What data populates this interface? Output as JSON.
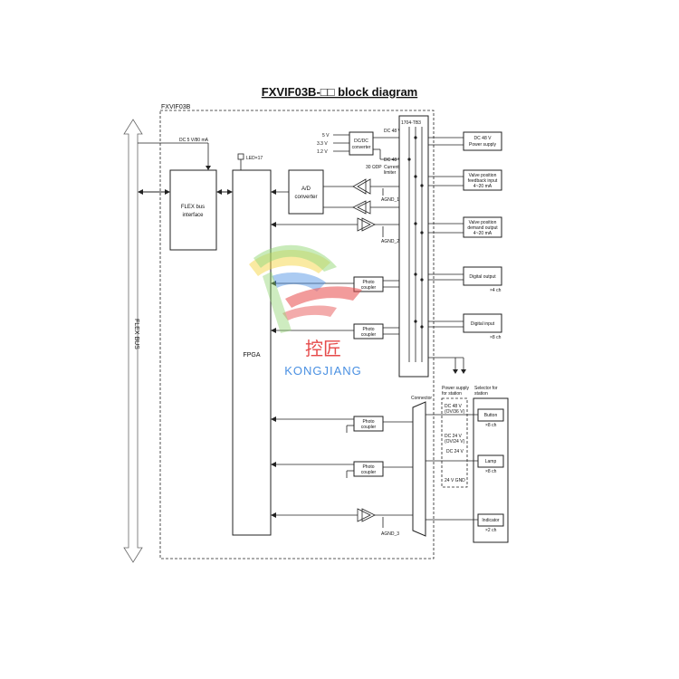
{
  "title": "FXVIF03B-□□ block diagram",
  "module_label": "FXVIF03B",
  "flex_bus_label": "FLEX BUS",
  "dc_supply_label": "DC 5 V/80 mA",
  "flex_bus_interface": [
    "FLEX bus",
    "interface"
  ],
  "led_label": "LED×17",
  "fpga_label": "FPGA",
  "ad_converter": [
    "A/D",
    "converter"
  ],
  "dcdc_converter": [
    "DC/DC",
    "converter"
  ],
  "voltages": [
    "5 V",
    "3.3 V",
    "1.2 V"
  ],
  "dc48_p": "DC 48 V_P",
  "dc48_n": "DC 48 V_N",
  "current_limiter": [
    "30 ΩDP",
    "Current",
    "limiter"
  ],
  "agnd1": "AGND_1",
  "agnd2": "AGND_2",
  "agnd3": "AGND_3",
  "terminal_block": "1704-TB3",
  "photo_coupler": [
    "Photo",
    "coupler"
  ],
  "connector_label": "Connector",
  "power_supply_for_station": [
    "Power supply",
    "for station"
  ],
  "selector_for_station": [
    "Selector for",
    "station"
  ],
  "ps_lines": [
    "DC 48 V",
    "(OV/36 V)",
    "DC 24 V",
    "(OV/24 V)",
    "DC 24 V",
    "24 V GND"
  ],
  "outputs": [
    {
      "name": [
        "DC 48 V",
        "Power supply"
      ],
      "note": ""
    },
    {
      "name": [
        "Valve position",
        "feedback input",
        "4~20 mA"
      ],
      "note": ""
    },
    {
      "name": [
        "Valve position",
        "demand output",
        "4~20 mA"
      ],
      "note": ""
    },
    {
      "name": [
        "Digital output"
      ],
      "note": "×4 ch"
    },
    {
      "name": [
        "Digital input"
      ],
      "note": "×8 ch"
    }
  ],
  "station": [
    {
      "name": "Button",
      "note": "×8 ch"
    },
    {
      "name": "Lamp",
      "note": "×8 ch"
    },
    {
      "name": "Indicator",
      "note": "×2 ch"
    }
  ],
  "watermark": {
    "cn": "控匠",
    "en": "KONGJIANG"
  },
  "colors": {
    "line": "#222222",
    "wm_red": "#e64a4a",
    "wm_blue": "#4a90e2",
    "wm_green": "#8bd36b",
    "wm_yellow": "#f5d547"
  }
}
